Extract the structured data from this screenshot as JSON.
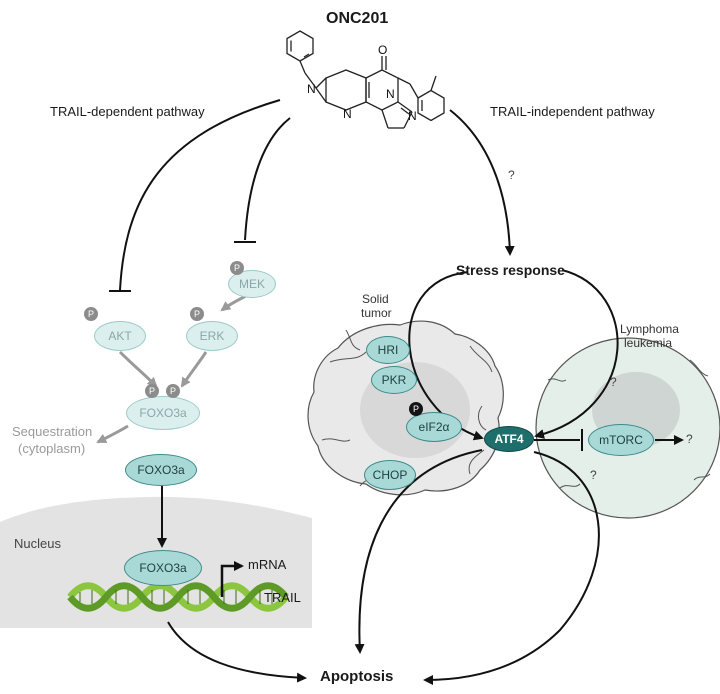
{
  "drug": {
    "name": "ONC201"
  },
  "pathways": {
    "trail_dependent": "TRAIL-dependent pathway",
    "trail_independent": "TRAIL-independent pathway"
  },
  "nodes": {
    "akt": "AKT",
    "mek": "MEK",
    "erk": "ERK",
    "foxo3a_phos": "FOXO3a",
    "foxo3a": "FOXO3a",
    "foxo3a_nuclear": "FOXO3a",
    "hri": "HRI",
    "pkr": "PKR",
    "eif2a": "eIF2α",
    "chop": "CHOP",
    "atf4": "ATF4",
    "mtorc": "mTORC"
  },
  "phospho": "P",
  "labels": {
    "sequestration": "Sequestration",
    "cytoplasm": "(cytoplasm)",
    "nucleus": "Nucleus",
    "mrna": "mRNA",
    "trail": "TRAIL",
    "stress_response": "Stress response",
    "solid_tumor_1": "Solid",
    "solid_tumor_2": "tumor",
    "lymphoma_1": "Lymphoma",
    "lymphoma_2": "leukemia",
    "question": "?",
    "apoptosis": "Apoptosis"
  },
  "colors": {
    "faded_node": "#dcefef",
    "active_node": "#a9d9d7",
    "atf4_node": "#1e6e6c",
    "nucleus_bg": "#e3e3e3",
    "lymphoma_cell": "#e5efe9",
    "tumor_cell": "#e9e9e9",
    "dna_helix": "#8cc63f"
  }
}
